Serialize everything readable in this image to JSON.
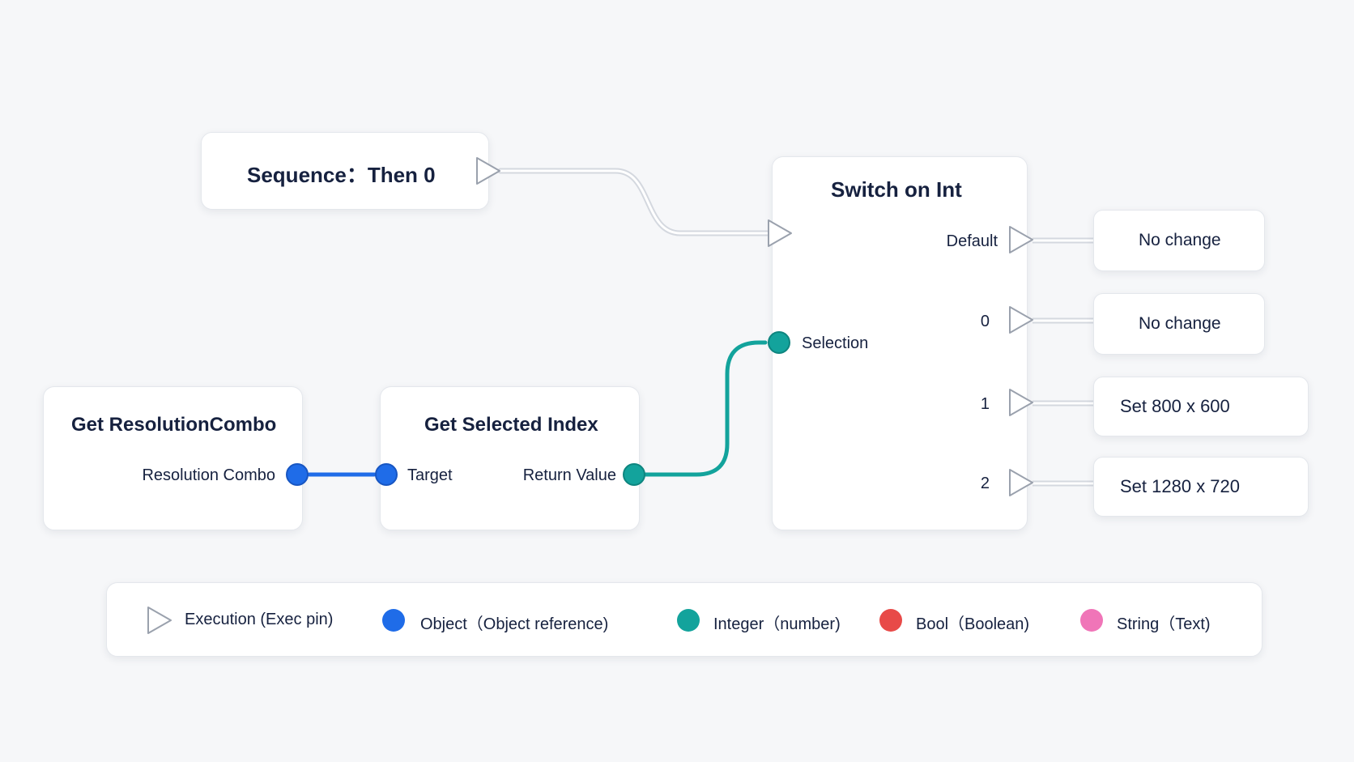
{
  "nodes": {
    "sequence": {
      "title": "Sequence：Then 0"
    },
    "get_combo": {
      "title": "Get ResolutionCombo",
      "out_pin": "Resolution Combo"
    },
    "get_index": {
      "title": "Get Selected Index",
      "in_pin": "Target",
      "out_pin": "Return Value"
    },
    "switch": {
      "title": "Switch on Int",
      "selection_pin": "Selection",
      "outputs": [
        "Default",
        "0",
        "1",
        "2"
      ]
    }
  },
  "targets": [
    "No change",
    "No change",
    "Set 800 x 600",
    "Set 1280 x 720"
  ],
  "legend": [
    {
      "icon": "exec-pin-icon",
      "label": "Execution (Exec pin)"
    },
    {
      "icon": "object-pin-icon",
      "label": "Object（Object reference)",
      "color": "#1f6ce8"
    },
    {
      "icon": "integer-pin-icon",
      "label": "Integer（number)",
      "color": "#13a39c"
    },
    {
      "icon": "bool-pin-icon",
      "label": "Bool（Boolean)",
      "color": "#e84a48"
    },
    {
      "icon": "string-pin-icon",
      "label": "String（Text)",
      "color": "#f075b8"
    }
  ],
  "colors": {
    "object": "#1f6ce8",
    "integer": "#13a39c",
    "bool": "#e84a48",
    "string": "#f075b8",
    "exec_wire": "#d9dce2"
  }
}
